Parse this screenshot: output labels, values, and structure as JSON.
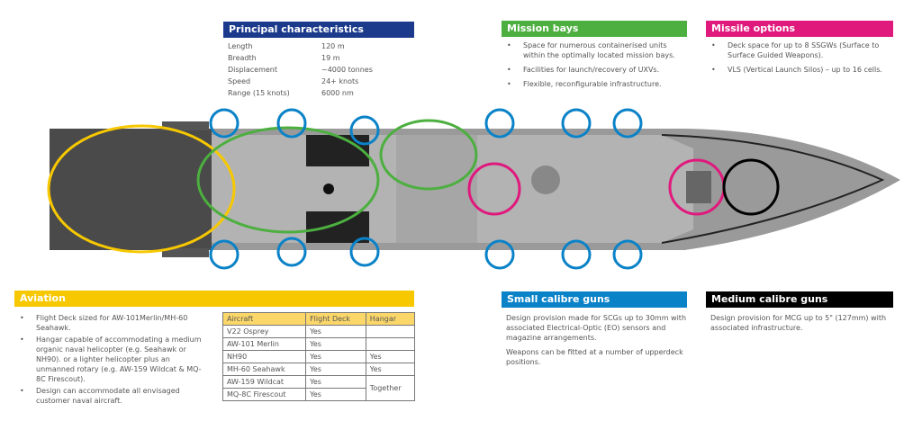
{
  "principal": {
    "title": "Principal characteristics",
    "rows": [
      {
        "k": "Length",
        "v": "120 m"
      },
      {
        "k": "Breadth",
        "v": "19 m"
      },
      {
        "k": "Displacement",
        "v": "~4000 tonnes"
      },
      {
        "k": "Speed",
        "v": "24+ knots"
      },
      {
        "k": "Range (15 knots)",
        "v": "6000 nm"
      }
    ]
  },
  "mission": {
    "title": "Mission bays",
    "items": [
      "Space for numerous containerised units within the optimally located mission bays.",
      "Facilities for launch/recovery of UXVs.",
      "Flexible, reconfigurable infrastructure."
    ]
  },
  "missile": {
    "title": "Missile options",
    "items": [
      "Deck space for up to 8 SSGWs (Surface to Surface Guided Weapons).",
      "VLS (Vertical Launch Silos) – up to 16 cells."
    ]
  },
  "aviation": {
    "title": "Aviation",
    "items": [
      "Flight Deck sized for AW-101Merlin/MH-60 Seahawk.",
      "Hangar capable of accommodating a medium organic naval helicopter (e.g. Seahawk or NH90). or a lighter helicopter plus an unmanned rotary (e.g. AW-159 Wildcat & MQ-8C Firescout).",
      "Design can accommodate all envisaged customer naval aircraft."
    ],
    "table": {
      "headers": [
        "Aircraft",
        "Flight Deck",
        "Hangar"
      ],
      "rows": [
        [
          "V22 Osprey",
          "Yes",
          ""
        ],
        [
          "AW-101 Merlin",
          "Yes",
          ""
        ],
        [
          "NH90",
          "Yes",
          "Yes"
        ],
        [
          "MH-60 Seahawk",
          "Yes",
          "Yes"
        ],
        [
          "AW-159 Wildcat",
          "Yes",
          "Together"
        ],
        [
          "MQ-8C Firescout",
          "Yes",
          ""
        ]
      ]
    }
  },
  "small": {
    "title": "Small calibre guns",
    "p1": "Design provision made for SCGs up to 30mm with associated Electrical-Optic (EO) sensors and magazine arrangements.",
    "p2": "Weapons can be fitted at a number of upperdeck positions."
  },
  "medium": {
    "title": "Medium calibre guns",
    "p1": "Design provision for MCG up to 5\" (127mm) with associated infrastructure."
  },
  "colors": {
    "blue": "#1b3a8c",
    "green": "#4caf3f",
    "magenta": "#e0197d",
    "yellow": "#f7c800",
    "cyan": "#0a82c8",
    "black": "#000000"
  }
}
